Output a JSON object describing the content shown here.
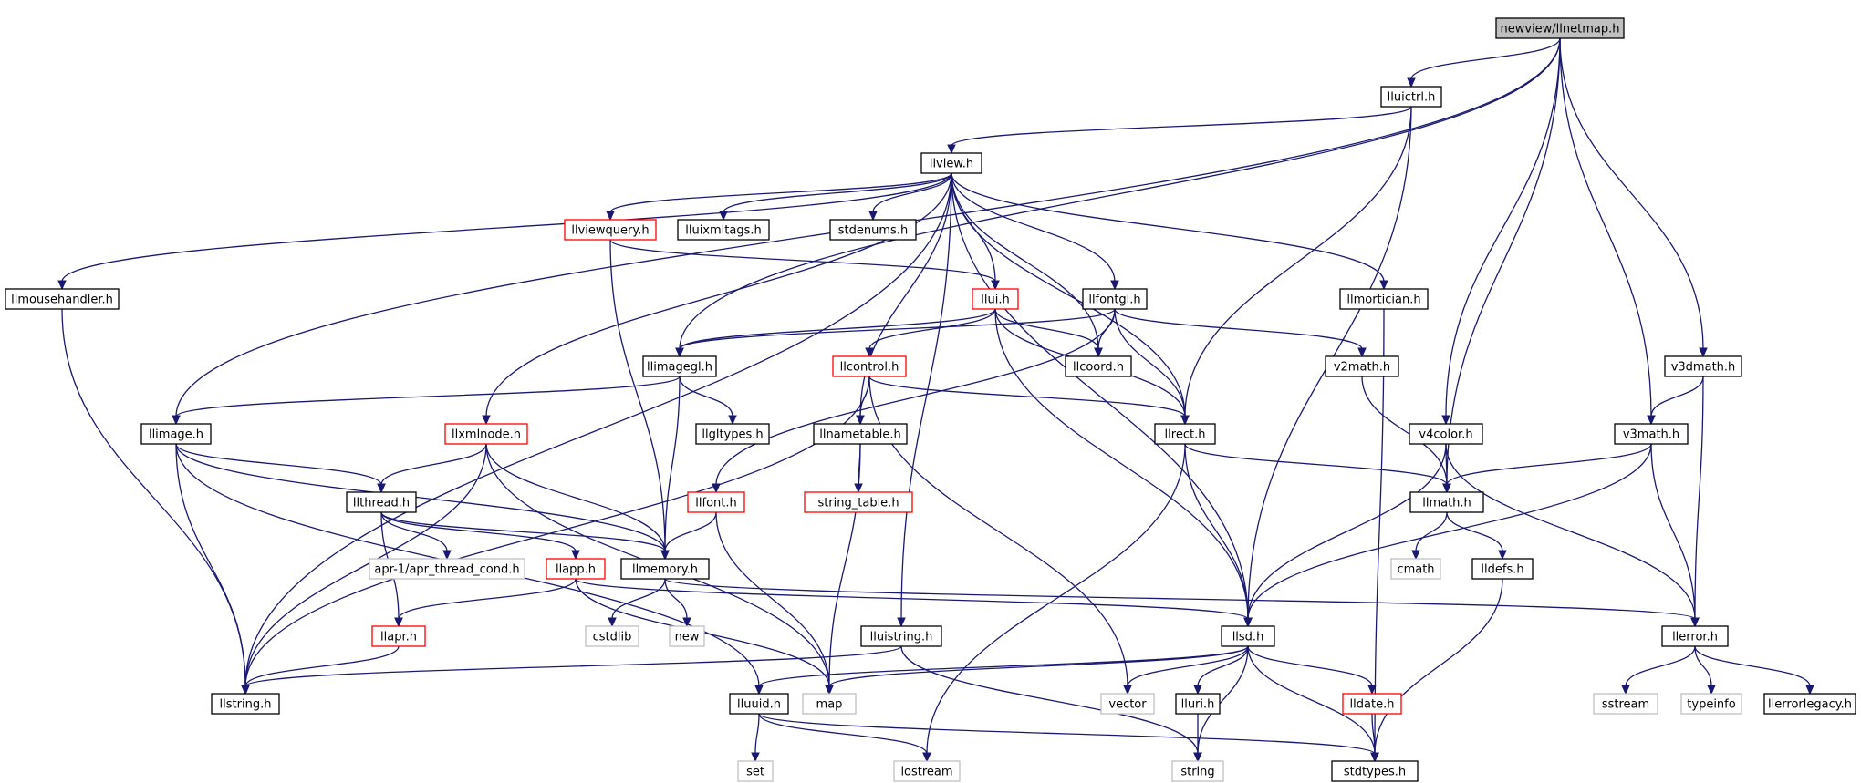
{
  "colors": {
    "edge": "#191970",
    "focus_fill": "#bfbfbf",
    "normal_border": "#000000",
    "truncated_border": "#ff0000",
    "external_border": "#bfbfbf",
    "text": "#000000"
  },
  "nodes": [
    {
      "id": "newview",
      "label": "newview/llnetmap.h",
      "kind": "focus"
    },
    {
      "id": "lluictrl",
      "label": "lluictrl.h",
      "kind": "normal"
    },
    {
      "id": "llview",
      "label": "llview.h",
      "kind": "normal"
    },
    {
      "id": "llviewquery",
      "label": "llviewquery.h",
      "kind": "truncated"
    },
    {
      "id": "lluixmltags",
      "label": "lluixmltags.h",
      "kind": "normal"
    },
    {
      "id": "stdenums",
      "label": "stdenums.h",
      "kind": "normal"
    },
    {
      "id": "llmousehandler",
      "label": "llmousehandler.h",
      "kind": "normal"
    },
    {
      "id": "llui",
      "label": "llui.h",
      "kind": "truncated"
    },
    {
      "id": "llfontgl",
      "label": "llfontgl.h",
      "kind": "normal"
    },
    {
      "id": "llmortician",
      "label": "llmortician.h",
      "kind": "normal"
    },
    {
      "id": "llimagegl",
      "label": "llimagegl.h",
      "kind": "normal"
    },
    {
      "id": "llcontrol",
      "label": "llcontrol.h",
      "kind": "truncated"
    },
    {
      "id": "llcoord",
      "label": "llcoord.h",
      "kind": "normal"
    },
    {
      "id": "v2math",
      "label": "v2math.h",
      "kind": "normal"
    },
    {
      "id": "v3dmath",
      "label": "v3dmath.h",
      "kind": "normal"
    },
    {
      "id": "llimage",
      "label": "llimage.h",
      "kind": "normal"
    },
    {
      "id": "llxmlnode",
      "label": "llxmlnode.h",
      "kind": "truncated"
    },
    {
      "id": "llgltypes",
      "label": "llgltypes.h",
      "kind": "normal"
    },
    {
      "id": "llnametable",
      "label": "llnametable.h",
      "kind": "normal"
    },
    {
      "id": "llrect",
      "label": "llrect.h",
      "kind": "normal"
    },
    {
      "id": "v4color",
      "label": "v4color.h",
      "kind": "normal"
    },
    {
      "id": "v3math",
      "label": "v3math.h",
      "kind": "normal"
    },
    {
      "id": "llthread",
      "label": "llthread.h",
      "kind": "normal"
    },
    {
      "id": "llfont",
      "label": "llfont.h",
      "kind": "truncated"
    },
    {
      "id": "string_table",
      "label": "string_table.h",
      "kind": "truncated"
    },
    {
      "id": "llmath",
      "label": "llmath.h",
      "kind": "normal"
    },
    {
      "id": "apr_thread_cond",
      "label": "apr-1/apr_thread_cond.h",
      "kind": "external"
    },
    {
      "id": "llapp",
      "label": "llapp.h",
      "kind": "truncated"
    },
    {
      "id": "llmemory",
      "label": "llmemory.h",
      "kind": "normal"
    },
    {
      "id": "cmath",
      "label": "cmath",
      "kind": "external"
    },
    {
      "id": "lldefs",
      "label": "lldefs.h",
      "kind": "normal"
    },
    {
      "id": "llapr",
      "label": "llapr.h",
      "kind": "truncated"
    },
    {
      "id": "cstdlib",
      "label": "cstdlib",
      "kind": "external"
    },
    {
      "id": "new",
      "label": "new",
      "kind": "external"
    },
    {
      "id": "lluistring",
      "label": "lluistring.h",
      "kind": "normal"
    },
    {
      "id": "llsd",
      "label": "llsd.h",
      "kind": "normal"
    },
    {
      "id": "llerror",
      "label": "llerror.h",
      "kind": "normal"
    },
    {
      "id": "llstring",
      "label": "llstring.h",
      "kind": "normal"
    },
    {
      "id": "lluuid",
      "label": "lluuid.h",
      "kind": "normal"
    },
    {
      "id": "map",
      "label": "map",
      "kind": "external"
    },
    {
      "id": "vector",
      "label": "vector",
      "kind": "external"
    },
    {
      "id": "lluri",
      "label": "lluri.h",
      "kind": "normal"
    },
    {
      "id": "lldate",
      "label": "lldate.h",
      "kind": "truncated"
    },
    {
      "id": "sstream",
      "label": "sstream",
      "kind": "external"
    },
    {
      "id": "typeinfo",
      "label": "typeinfo",
      "kind": "external"
    },
    {
      "id": "llerrorlegacy",
      "label": "llerrorlegacy.h",
      "kind": "normal"
    },
    {
      "id": "set",
      "label": "set",
      "kind": "external"
    },
    {
      "id": "iostream",
      "label": "iostream",
      "kind": "external"
    },
    {
      "id": "string",
      "label": "string",
      "kind": "external"
    },
    {
      "id": "stdtypes",
      "label": "stdtypes.h",
      "kind": "normal"
    }
  ],
  "edges": [
    [
      "newview",
      "lluictrl"
    ],
    [
      "newview",
      "llimage"
    ],
    [
      "newview",
      "llimagegl"
    ],
    [
      "newview",
      "v4color"
    ],
    [
      "newview",
      "llmath"
    ],
    [
      "newview",
      "v3math"
    ],
    [
      "newview",
      "v3dmath"
    ],
    [
      "lluictrl",
      "llview"
    ],
    [
      "lluictrl",
      "llrect"
    ],
    [
      "lluictrl",
      "llsd"
    ],
    [
      "llview",
      "llmousehandler"
    ],
    [
      "llview",
      "llstring"
    ],
    [
      "llview",
      "llxmlnode"
    ],
    [
      "llview",
      "llviewquery"
    ],
    [
      "llview",
      "lluixmltags"
    ],
    [
      "llview",
      "stdenums"
    ],
    [
      "llview",
      "llnametable"
    ],
    [
      "llview",
      "lluistring"
    ],
    [
      "llview",
      "llui"
    ],
    [
      "llview",
      "llfontgl"
    ],
    [
      "llview",
      "llcoord"
    ],
    [
      "llview",
      "llrect"
    ],
    [
      "llview",
      "llsd"
    ],
    [
      "llview",
      "llmortician"
    ],
    [
      "llviewquery",
      "llmemory"
    ],
    [
      "llviewquery",
      "llui"
    ],
    [
      "llmousehandler",
      "llstring"
    ],
    [
      "llui",
      "llimagegl"
    ],
    [
      "llui",
      "llcontrol"
    ],
    [
      "llui",
      "llcoord"
    ],
    [
      "llui",
      "llrect"
    ],
    [
      "llui",
      "llsd"
    ],
    [
      "llfontgl",
      "llimagegl"
    ],
    [
      "llfontgl",
      "llfont"
    ],
    [
      "llfontgl",
      "llcoord"
    ],
    [
      "llfontgl",
      "llrect"
    ],
    [
      "llfontgl",
      "v2math"
    ],
    [
      "llmortician",
      "stdtypes"
    ],
    [
      "llimagegl",
      "llimage"
    ],
    [
      "llimagegl",
      "llgltypes"
    ],
    [
      "llimagegl",
      "llmemory"
    ],
    [
      "llcontrol",
      "llstring"
    ],
    [
      "llcontrol",
      "llnametable"
    ],
    [
      "llcontrol",
      "llrect"
    ],
    [
      "llcontrol",
      "vector"
    ],
    [
      "v2math",
      "llmath"
    ],
    [
      "v3dmath",
      "v3math"
    ],
    [
      "v3dmath",
      "llerror"
    ],
    [
      "llimage",
      "llthread"
    ],
    [
      "llimage",
      "llmemory"
    ],
    [
      "llimage",
      "llstring"
    ],
    [
      "llimage",
      "lluuid"
    ],
    [
      "llxmlnode",
      "llthread"
    ],
    [
      "llxmlnode",
      "llmemory"
    ],
    [
      "llxmlnode",
      "llstring"
    ],
    [
      "llxmlnode",
      "map"
    ],
    [
      "llnametable",
      "string_table"
    ],
    [
      "llnametable",
      "map"
    ],
    [
      "llrect",
      "llmath"
    ],
    [
      "llrect",
      "llsd"
    ],
    [
      "llrect",
      "iostream"
    ],
    [
      "v4color",
      "llmath"
    ],
    [
      "v4color",
      "llerror"
    ],
    [
      "v4color",
      "llsd"
    ],
    [
      "v3math",
      "llmath"
    ],
    [
      "v3math",
      "llerror"
    ],
    [
      "v3math",
      "llsd"
    ],
    [
      "llthread",
      "apr_thread_cond"
    ],
    [
      "llthread",
      "llapp"
    ],
    [
      "llthread",
      "llmemory"
    ],
    [
      "llthread",
      "llapr"
    ],
    [
      "llfont",
      "llmemory"
    ],
    [
      "llfont",
      "map"
    ],
    [
      "llmath",
      "cmath"
    ],
    [
      "llmath",
      "lldefs"
    ],
    [
      "llapp",
      "llapr"
    ],
    [
      "llapp",
      "llsd"
    ],
    [
      "llapp",
      "map"
    ],
    [
      "llmemory",
      "cstdlib"
    ],
    [
      "llmemory",
      "new"
    ],
    [
      "llmemory",
      "llerror"
    ],
    [
      "lldefs",
      "stdtypes"
    ],
    [
      "llapr",
      "llstring"
    ],
    [
      "lluistring",
      "llstring"
    ],
    [
      "lluistring",
      "string"
    ],
    [
      "llsd",
      "lluuid"
    ],
    [
      "llsd",
      "map"
    ],
    [
      "llsd",
      "vector"
    ],
    [
      "llsd",
      "lluri"
    ],
    [
      "llsd",
      "lldate"
    ],
    [
      "llsd",
      "string"
    ],
    [
      "llsd",
      "stdtypes"
    ],
    [
      "llerror",
      "sstream"
    ],
    [
      "llerror",
      "typeinfo"
    ],
    [
      "llerror",
      "llerrorlegacy"
    ],
    [
      "lluuid",
      "set"
    ],
    [
      "lluuid",
      "iostream"
    ],
    [
      "lluuid",
      "stdtypes"
    ],
    [
      "lluri",
      "string"
    ],
    [
      "lldate",
      "stdtypes"
    ]
  ]
}
